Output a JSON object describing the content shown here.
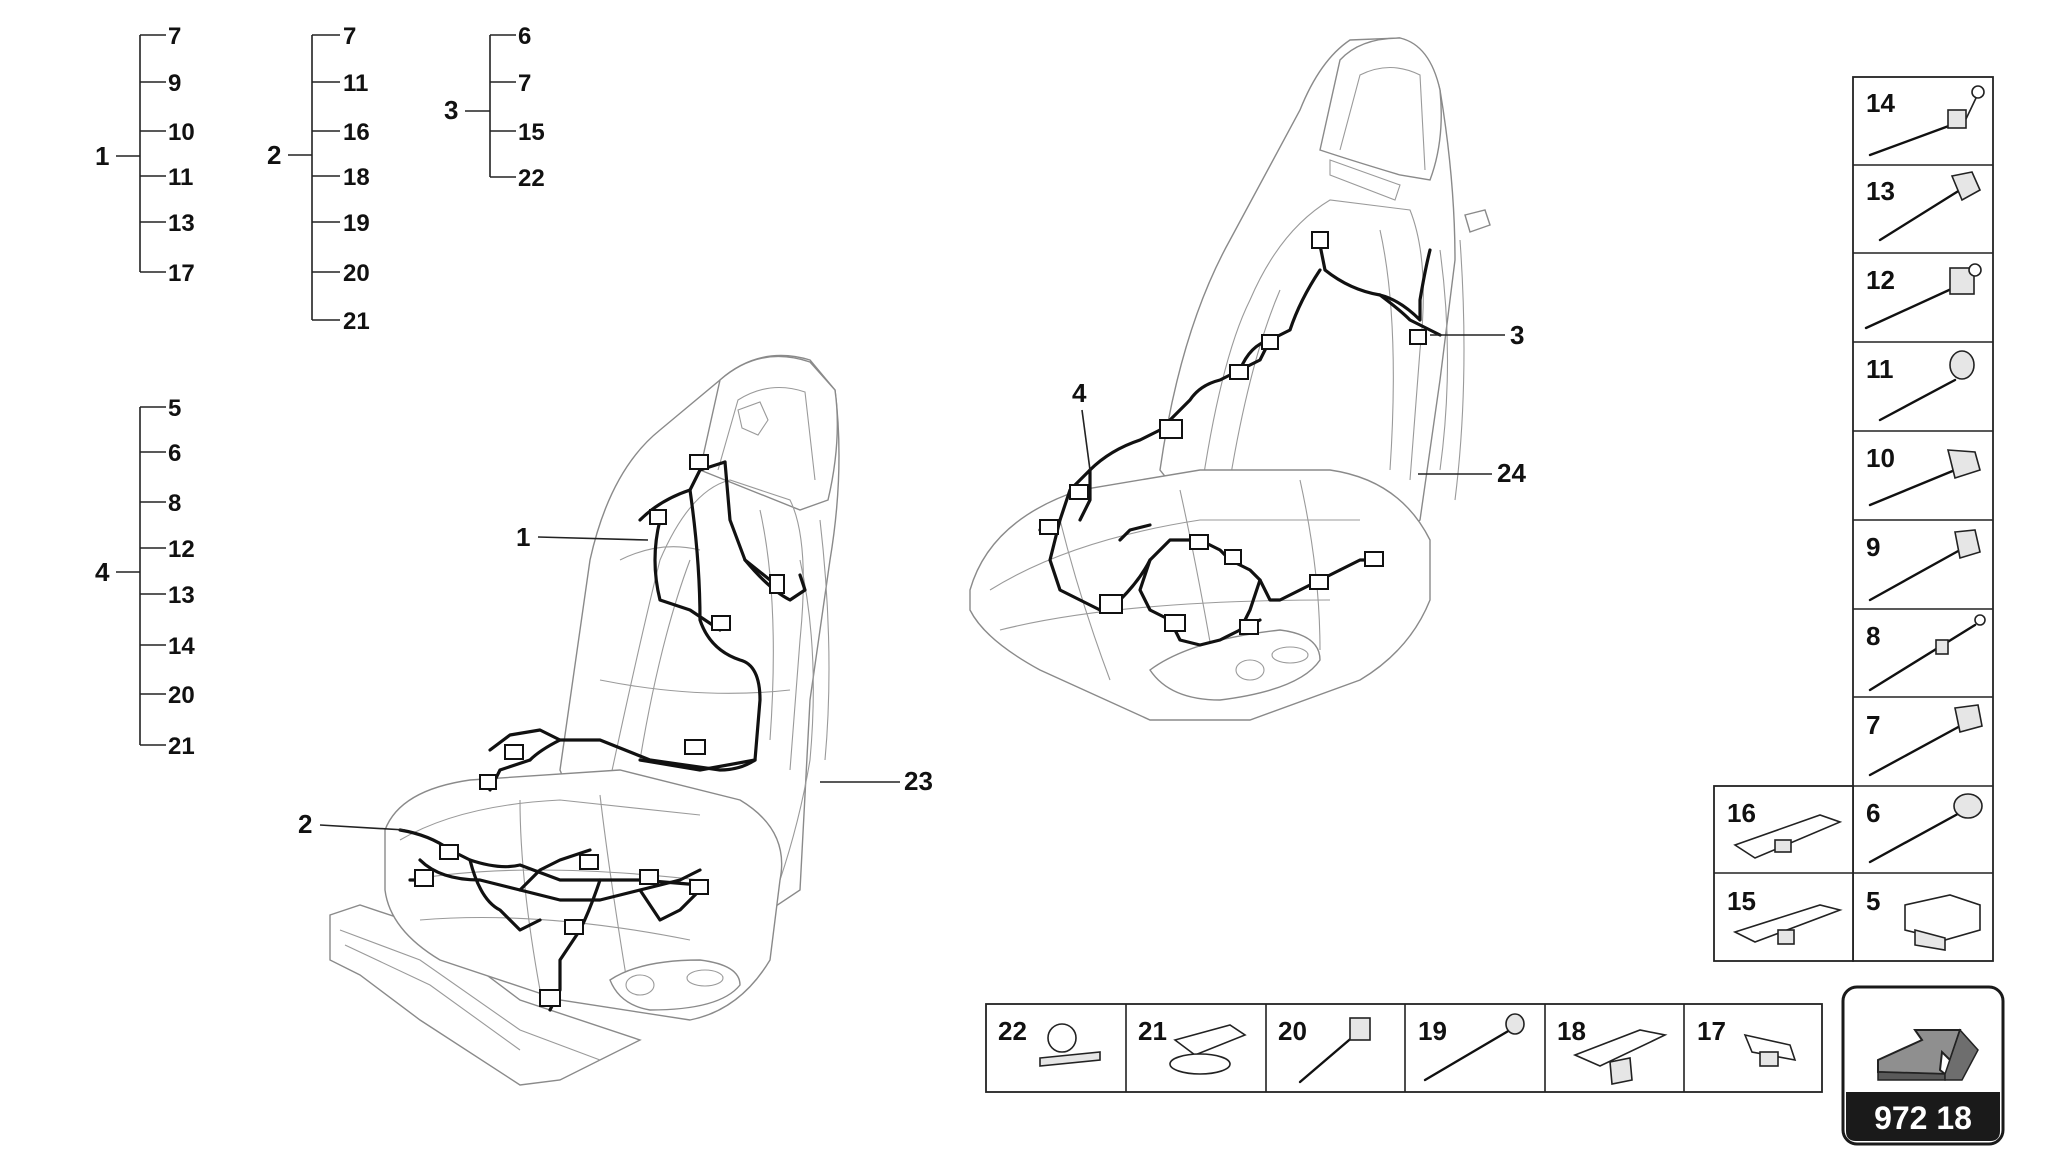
{
  "tree_groups": [
    {
      "parent": "1",
      "children": [
        "7",
        "9",
        "10",
        "11",
        "13",
        "17"
      ]
    },
    {
      "parent": "2",
      "children": [
        "7",
        "11",
        "16",
        "18",
        "19",
        "20",
        "21"
      ]
    },
    {
      "parent": "3",
      "children": [
        "6",
        "7",
        "15",
        "22"
      ]
    },
    {
      "parent": "4",
      "children": [
        "5",
        "6",
        "8",
        "12",
        "13",
        "14",
        "20",
        "21"
      ]
    }
  ],
  "callouts": [
    "1",
    "2",
    "23",
    "4",
    "3",
    "24"
  ],
  "parts_column": [
    "14",
    "13",
    "12",
    "11",
    "10",
    "9",
    "8",
    "7",
    "6",
    "5"
  ],
  "parts_left_pair": [
    "16",
    "15"
  ],
  "parts_bottom_row": [
    "22",
    "21",
    "20",
    "19",
    "18",
    "17"
  ],
  "reference_badge": {
    "label": "972 18",
    "arrow_icon": "direction-arrow-icon"
  },
  "colors": {
    "ink": "#111111",
    "badge_bg": "#1a1a1a",
    "arrow_fill": "#8f8f8f"
  }
}
